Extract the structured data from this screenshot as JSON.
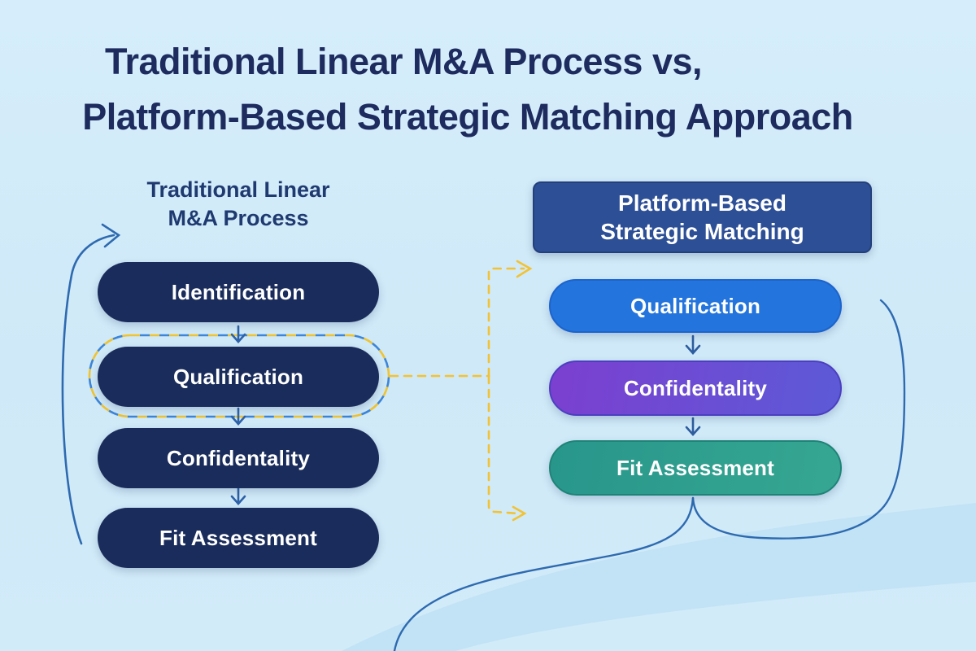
{
  "title": {
    "line1": "Traditional Linear M&A Process vs,",
    "line2": "Platform-Based Strategic Matching Approach"
  },
  "left_column": {
    "header_line1": "Traditional Linear",
    "header_line2": "M&A Process",
    "steps": [
      {
        "label": "Identification",
        "highlighted": false
      },
      {
        "label": "Qualification",
        "highlighted": true
      },
      {
        "label": "Confidentality",
        "highlighted": false
      },
      {
        "label": "Fit Assessment",
        "highlighted": false
      }
    ]
  },
  "right_column": {
    "header_line1": "Platform-Based",
    "header_line2": "Strategic Matching",
    "steps": [
      {
        "label": "Qualification",
        "color": "#2374dc"
      },
      {
        "label": "Confidentality",
        "color_start": "#7c3fd0",
        "color_end": "#5c5ad7"
      },
      {
        "label": "Fit Assessment",
        "color_start": "#28968b",
        "color_end": "#36a792"
      }
    ]
  },
  "colors": {
    "background": "#cfe9f8",
    "title_text": "#1d2b5e",
    "navy_pill": "#1a2c5b",
    "right_header_bg": "#2d4f96",
    "connector_blue": "#2e6ab0",
    "step_arrow_blue": "#2e62a8",
    "highlight_dash_blue": "#3d85d8",
    "highlight_dash_yellow": "#f0c330",
    "connector_yellow": "#f2c233",
    "background_wave": "#bfe2f4"
  }
}
